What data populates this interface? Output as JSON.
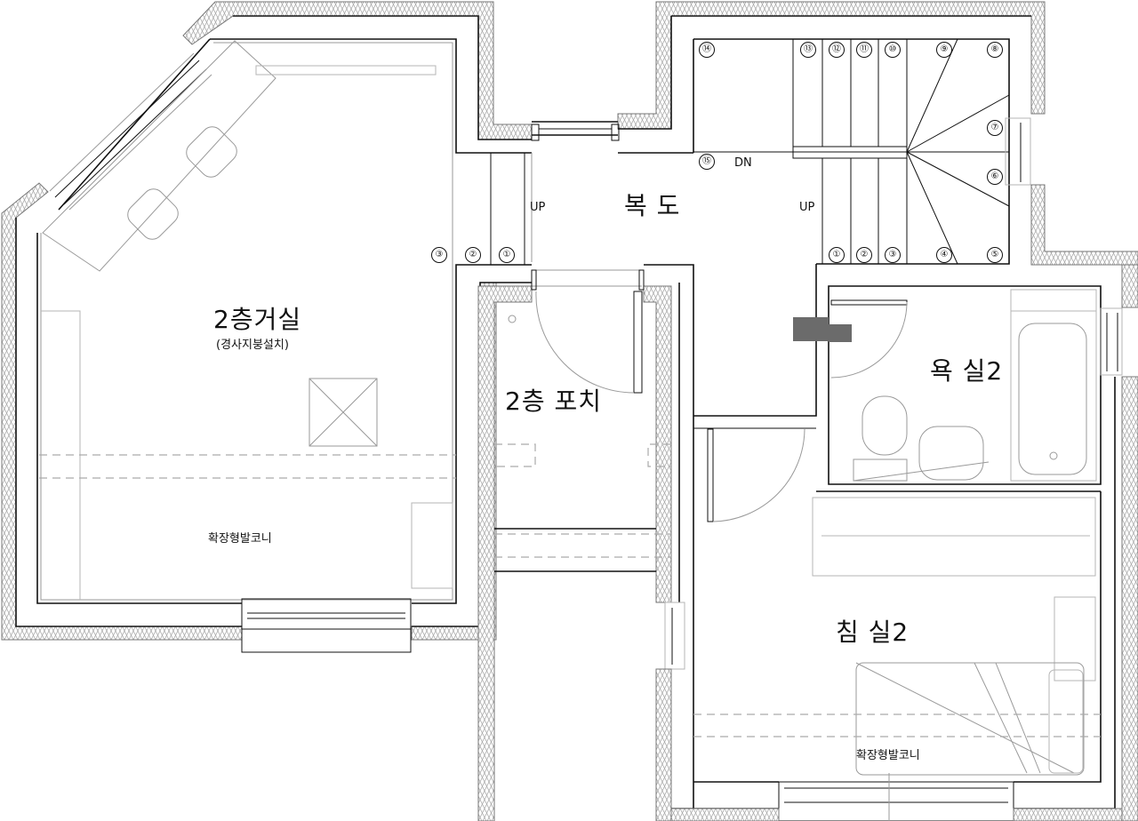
{
  "drawing": {
    "type": "architectural floor plan",
    "level": "2nd floor"
  },
  "rooms": {
    "living": {
      "name": "2층거실",
      "note": "(경사지붕설치)",
      "balcony": "확장형발코니"
    },
    "porch": {
      "name": "2층 포치"
    },
    "corridor": {
      "name": "복 도"
    },
    "bath": {
      "name": "욕 실2"
    },
    "bedroom": {
      "name": "침 실2",
      "balcony": "확장형발코니"
    }
  },
  "stairs": {
    "left_flight": {
      "direction": "UP",
      "steps": [
        "③",
        "②",
        "①"
      ]
    },
    "main_flight": {
      "up_label": "UP",
      "down_label": "DN",
      "steps": [
        "①",
        "②",
        "③",
        "④",
        "⑤",
        "⑥",
        "⑦",
        "⑧",
        "⑨",
        "⑩",
        "⑪",
        "⑫",
        "⑬",
        "⑭",
        "⑮"
      ]
    }
  },
  "colors": {
    "wall": "#111111",
    "furniture": "#9a9a9a",
    "insulation": "#888888",
    "hidden_line": "#aaaaaa",
    "shaft": "#6b6b6b"
  }
}
